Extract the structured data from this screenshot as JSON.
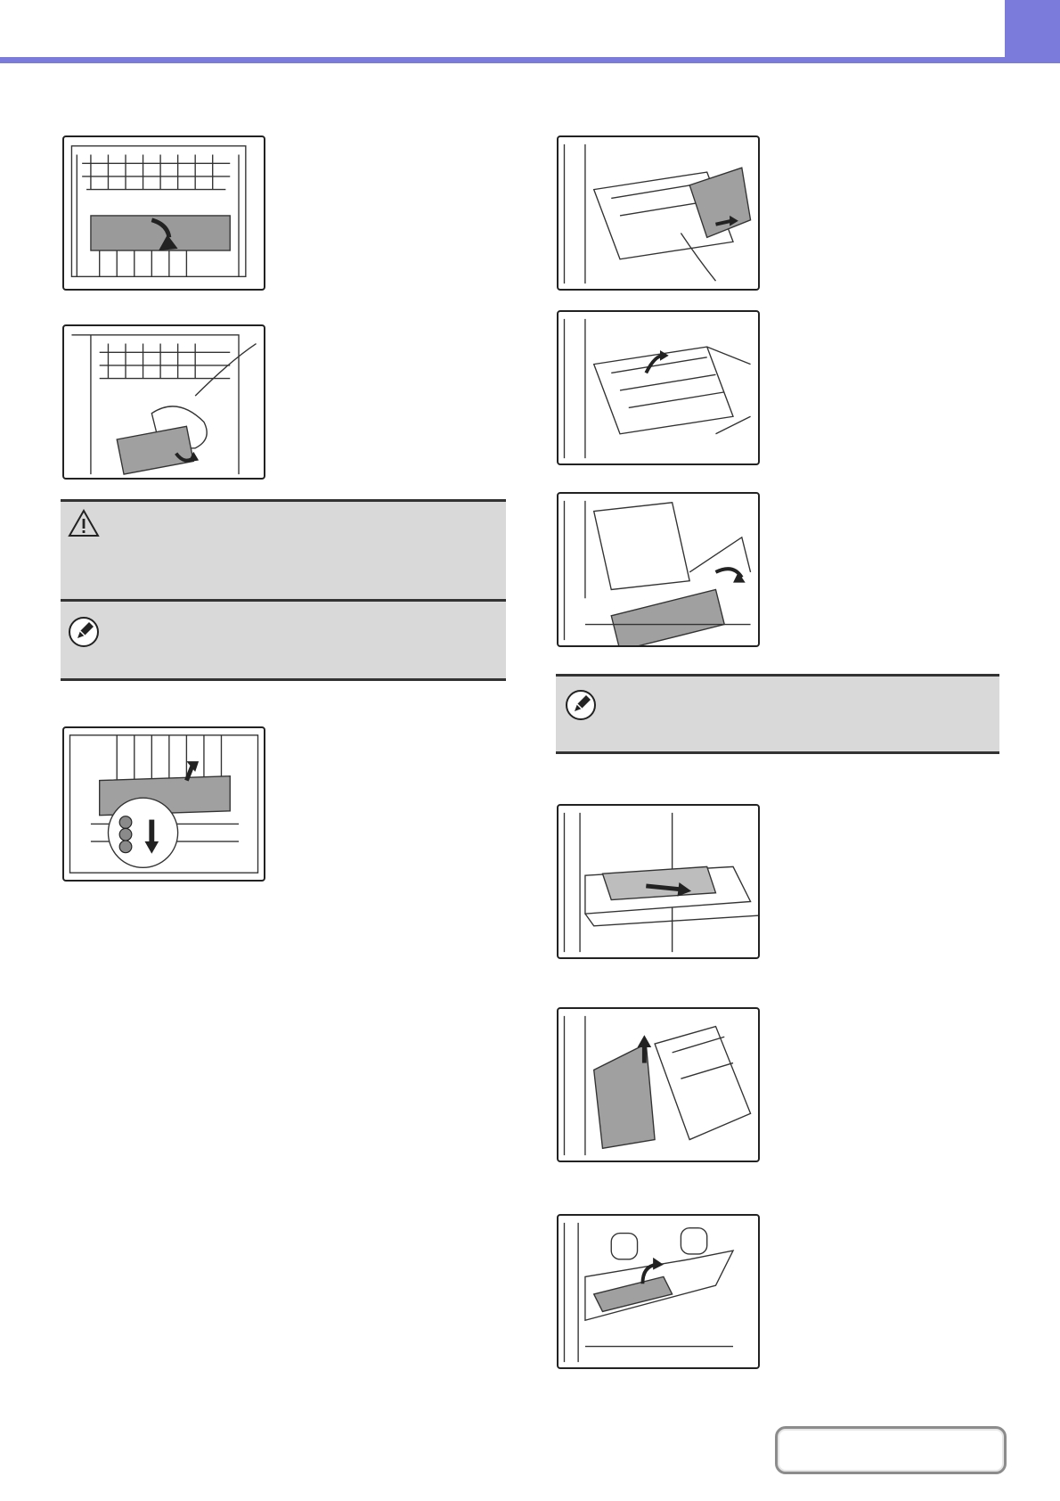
{
  "header": {
    "accent_color": "#7b7bdc"
  },
  "figures": [
    {
      "id": "fig-1",
      "icon": "fusing-unit-cover-open-illustration"
    },
    {
      "id": "fig-2",
      "icon": "remove-paper-fusing-area-illustration"
    },
    {
      "id": "fig-3",
      "icon": "release-lever-remove-paper-illustration"
    },
    {
      "id": "fig-4",
      "icon": "duplex-unit-remove-paper-illustration"
    },
    {
      "id": "fig-5",
      "icon": "open-transport-cover-illustration"
    },
    {
      "id": "fig-6",
      "icon": "pull-paper-out-illustration"
    },
    {
      "id": "fig-7",
      "icon": "bypass-tray-remove-paper-illustration"
    },
    {
      "id": "fig-8",
      "icon": "right-side-paper-removal-illustration"
    },
    {
      "id": "fig-9",
      "icon": "lower-tray-paper-removal-illustration"
    }
  ],
  "callouts": {
    "caution": {
      "icon": "caution-triangle-icon"
    },
    "note_left": {
      "icon": "pencil-note-icon"
    },
    "note_right": {
      "icon": "pencil-note-icon"
    }
  },
  "footer": {
    "contents_button_label": ""
  }
}
